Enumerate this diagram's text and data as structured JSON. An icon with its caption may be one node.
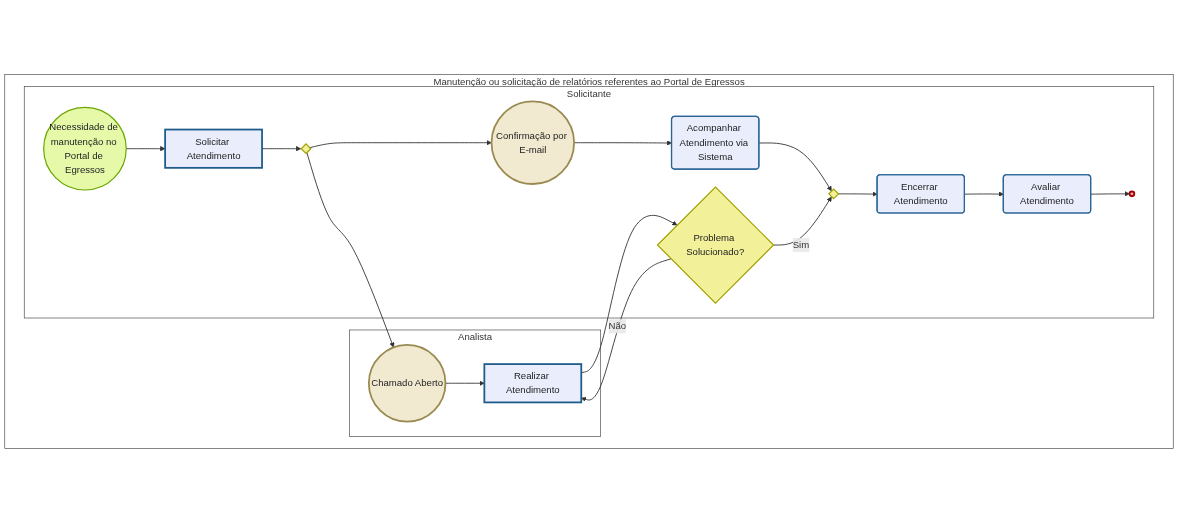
{
  "diagram": {
    "nodes": [
      {
        "text": [
          "Manutenção ou solicitação de relatórios referentes ao Portal de Egressos"
        ]
      },
      {
        "text": [
          "Solicitante"
        ],
        "in": 0
      },
      {
        "text": [
          "Analista"
        ],
        "in": 0
      },
      {
        "text": [
          "Necessidade de manutenção no Portal de Egressos"
        ],
        "in": 1
      },
      {
        "text": [
          "Solicitar Atendimento"
        ],
        "in": 1
      },
      {
        "text": [],
        "shape": "diamond",
        "in": 1
      },
      {
        "text": [
          "Confirmação por E-mail"
        ],
        "in": 1
      },
      {
        "text": [
          "Acompanhar Atendimento via Sistema"
        ],
        "in": 1
      },
      {
        "text": [],
        "shape": "diamond",
        "in": 1
      },
      {
        "text": [
          "Problema Solucionado?"
        ],
        "in": 1
      },
      {
        "text": [
          "Encerrar Atendimento"
        ],
        "in": 1
      },
      {
        "text": [
          "Avaliar Atendimento"
        ],
        "in": 1
      },
      {
        "text": [],
        "shape": "circle",
        "in": 1
      },
      {
        "text": [
          "Chamado Aberto"
        ],
        "in": 2
      },
      {
        "text": [
          "Realizar Atendimento"
        ],
        "in": 2
      }
    ],
    "edges": [
      {
        "from": 3,
        "to": 4,
        "arrow": "to"
      },
      {
        "from": 4,
        "to": 5,
        "arrow": "to"
      },
      {
        "from": 5,
        "to": 6,
        "arrow": "to"
      },
      {
        "from": 6,
        "to": 7,
        "arrow": "to"
      },
      {
        "from": 7,
        "to": 8,
        "arrow": "to"
      },
      {
        "from": 5,
        "to": 13,
        "arrow": "to"
      },
      {
        "from": 13,
        "to": 14,
        "arrow": "to"
      },
      {
        "from": 14,
        "to": 9,
        "arrow": "to"
      },
      {
        "from": 9,
        "to": 8,
        "label": "Sim",
        "arrow": "to"
      },
      {
        "from": 9,
        "to": 14,
        "label": "Não",
        "arrow": "to"
      },
      {
        "from": 8,
        "to": 10,
        "arrow": "to"
      },
      {
        "from": 10,
        "to": 11,
        "arrow": "to"
      },
      {
        "from": 11,
        "to": 12,
        "arrow": "to"
      }
    ]
  }
}
